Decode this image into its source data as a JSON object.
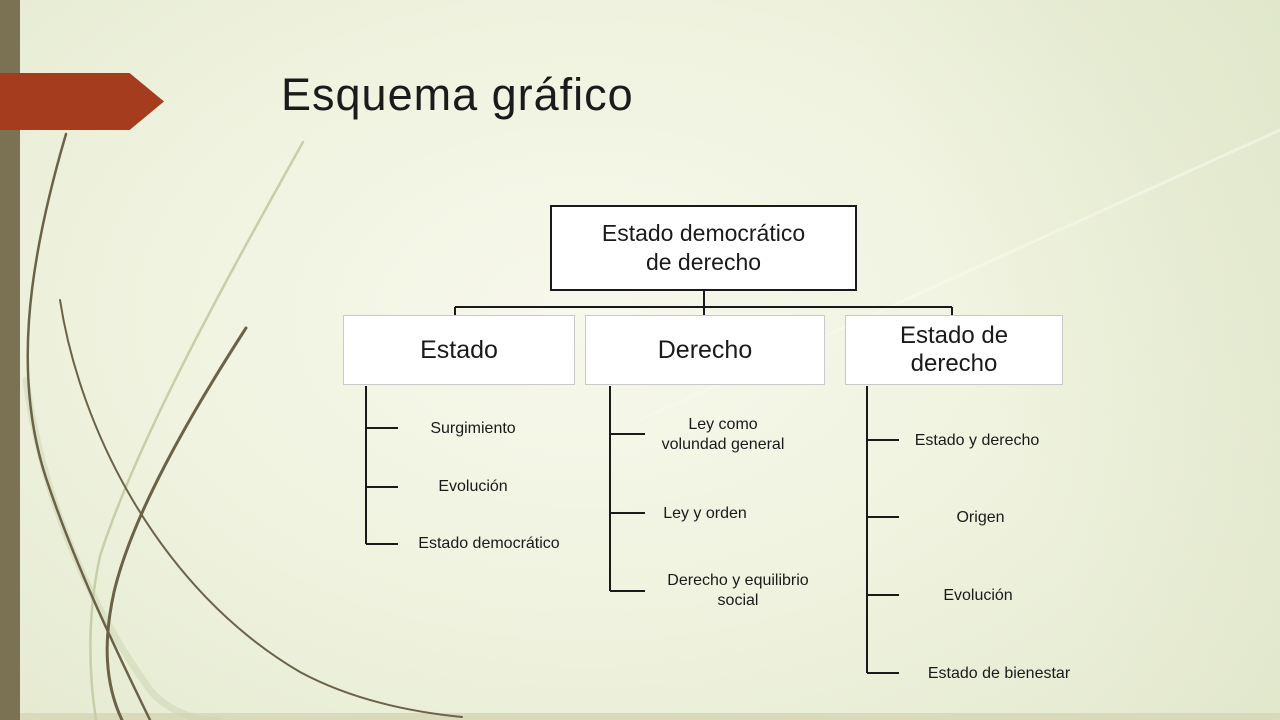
{
  "slide": {
    "title": "Esquema gráfico"
  },
  "diagram": {
    "root": {
      "label": "Estado democrático\nde derecho"
    },
    "branches": [
      {
        "label": "Estado",
        "children": [
          "Surgimiento",
          "Evolución",
          "Estado democrático"
        ]
      },
      {
        "label": "Derecho",
        "children": [
          "Ley como\nvolundad general",
          "Ley y orden",
          "Derecho y equilibrio\nsocial"
        ]
      },
      {
        "label": "Estado de\nderecho",
        "children": [
          "Estado y derecho",
          "Origen",
          "Evolución",
          "Estado de bienestar"
        ]
      }
    ]
  },
  "colors": {
    "background_center": "#f7f8ec",
    "background_edge": "#e0e6ca",
    "sidebar_bar": "#7b7254",
    "arrow_accent": "#a63c1e",
    "connector_line": "#1a1a1a",
    "root_box_border": "#1a1a1a",
    "child_box_border": "#c9c9c9",
    "box_fill": "#ffffff",
    "deco_blade_dark": "#6b6247",
    "deco_blade_light": "#c7cfa8",
    "bottom_strip": "#d8dab9"
  }
}
